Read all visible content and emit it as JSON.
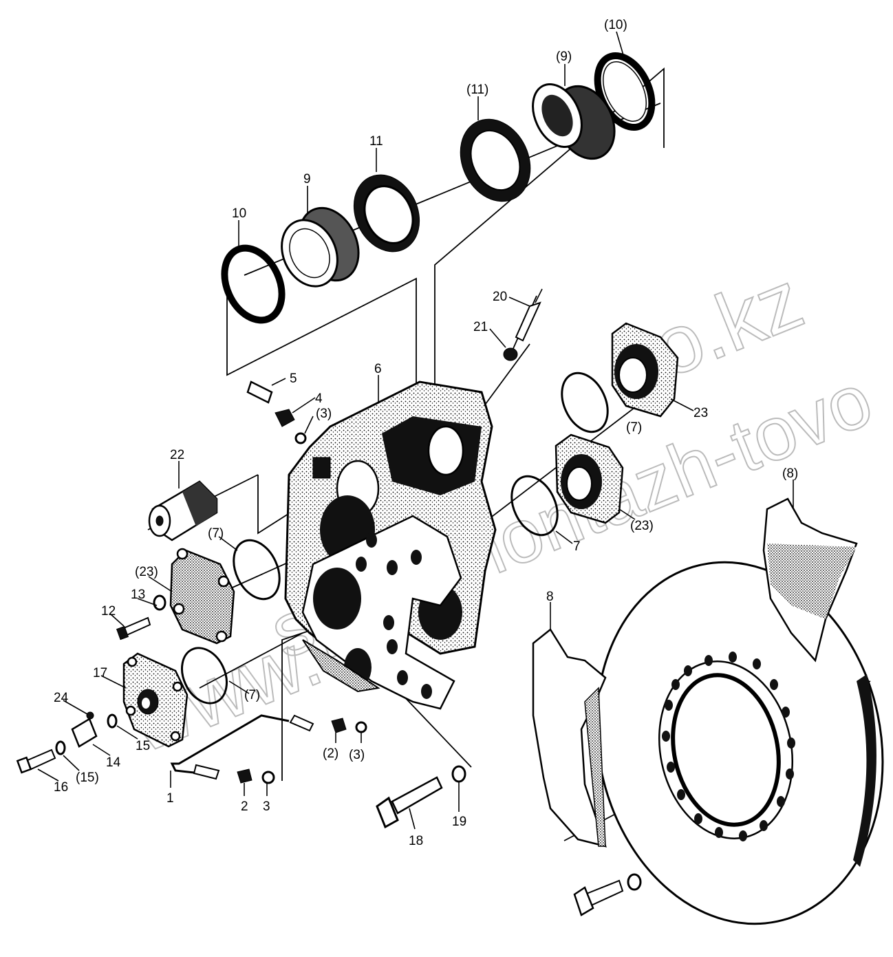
{
  "watermark": {
    "left": "www.",
    "middle": "spetsmontazh-tovo",
    "right": "o.kz"
  },
  "labels": {
    "p10_paren": "(10)",
    "p9_paren": "(9)",
    "p11_paren": "(11)",
    "p11": "11",
    "p9": "9",
    "p10": "10",
    "p20": "20",
    "p21": "21",
    "p6": "6",
    "p5": "5",
    "p4": "4",
    "p3_paren_a": "(3)",
    "p23": "23",
    "p7_paren_right": "(7)",
    "p22": "22",
    "p8_paren": "(8)",
    "p23_paren_right": "(23)",
    "p7": "7",
    "p7_paren_left": "(7)",
    "p23_paren_left": "(23)",
    "p13": "13",
    "p12": "12",
    "p8": "8",
    "p17": "17",
    "p7_paren_bottom": "(7)",
    "p24": "24",
    "p15": "15",
    "p14": "14",
    "p15_paren": "(15)",
    "p16": "16",
    "p2_paren": "(2)",
    "p3_paren_b": "(3)",
    "p1": "1",
    "p2": "2",
    "p3": "3",
    "p18": "18",
    "p19": "19"
  }
}
